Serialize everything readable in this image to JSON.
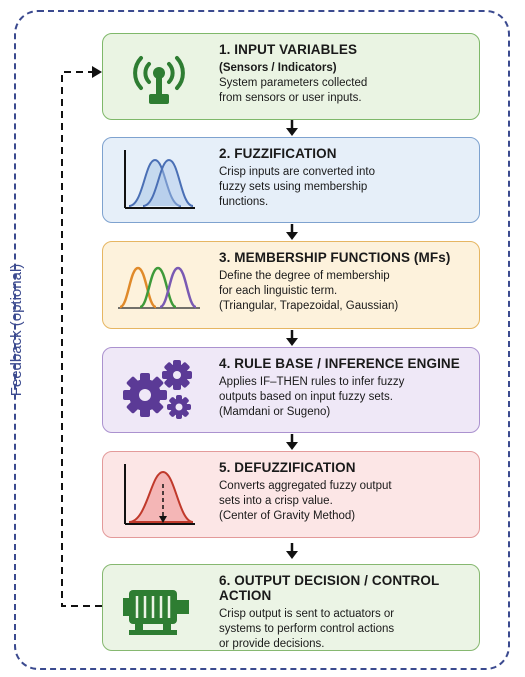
{
  "feedback_label": "Feedback (optional)",
  "colors": {
    "frame": "#3b4a8f",
    "green": "#2e7d32",
    "blue": "#4a6fb5",
    "purple": "#5b3a96",
    "red": "#c0392b"
  },
  "steps": [
    {
      "title": "1. INPUT VARIABLES",
      "lines": [
        "(Sensors / Indicators)",
        "System parameters collected",
        "from sensors or user inputs."
      ],
      "icon": "sensor-antenna-icon"
    },
    {
      "title": "2. FUZZIFICATION",
      "lines": [
        "Crisp inputs are converted into",
        "fuzzy sets using membership",
        "functions."
      ],
      "icon": "bell-curves-icon"
    },
    {
      "title": "3. MEMBERSHIP FUNCTIONS (MFs)",
      "lines": [
        "Define the degree of membership",
        "for each linguistic term.",
        "(Triangular, Trapezoidal, Gaussian)"
      ],
      "icon": "membership-curves-icon"
    },
    {
      "title": "4. RULE BASE / INFERENCE ENGINE",
      "lines": [
        "Applies IF–THEN rules to infer fuzzy",
        "outputs based on input fuzzy sets.",
        "(Mamdani or Sugeno)"
      ],
      "icon": "gears-icon"
    },
    {
      "title": "5. DEFUZZIFICATION",
      "lines": [
        "Converts aggregated fuzzy output",
        "sets into a crisp value.",
        "(Center of Gravity Method)"
      ],
      "icon": "centroid-curve-icon"
    },
    {
      "title": "6. OUTPUT DECISION / CONTROL ACTION",
      "lines": [
        "Crisp output is sent to actuators or",
        "systems to perform control actions",
        "or provide decisions."
      ],
      "icon": "motor-icon"
    }
  ]
}
